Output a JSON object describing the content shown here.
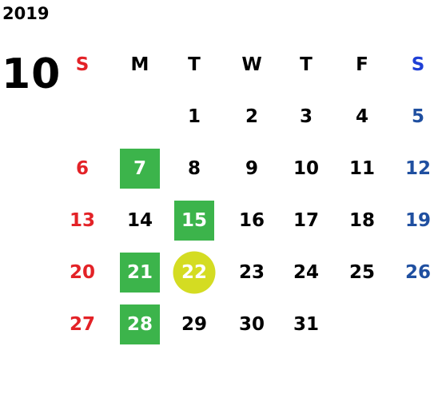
{
  "calendar": {
    "year": "2019",
    "month": "10",
    "weekdays": [
      "S",
      "M",
      "T",
      "W",
      "T",
      "F",
      "S"
    ],
    "weeks": [
      [
        "",
        "",
        "1",
        "2",
        "3",
        "4",
        "5"
      ],
      [
        "6",
        "7",
        "8",
        "9",
        "10",
        "11",
        "12"
      ],
      [
        "13",
        "14",
        "15",
        "16",
        "17",
        "18",
        "19"
      ],
      [
        "20",
        "21",
        "22",
        "23",
        "24",
        "25",
        "26"
      ],
      [
        "27",
        "28",
        "29",
        "30",
        "31",
        "",
        ""
      ]
    ],
    "highlighted_green": [
      "7",
      "15",
      "21",
      "28"
    ],
    "highlighted_today": "22"
  },
  "colors": {
    "sunday": "#e32227",
    "saturday": "#1f4fa0",
    "saturday_header": "#1f3fd6",
    "green_highlight": "#3cb44b",
    "today_highlight": "#d4dc22"
  }
}
